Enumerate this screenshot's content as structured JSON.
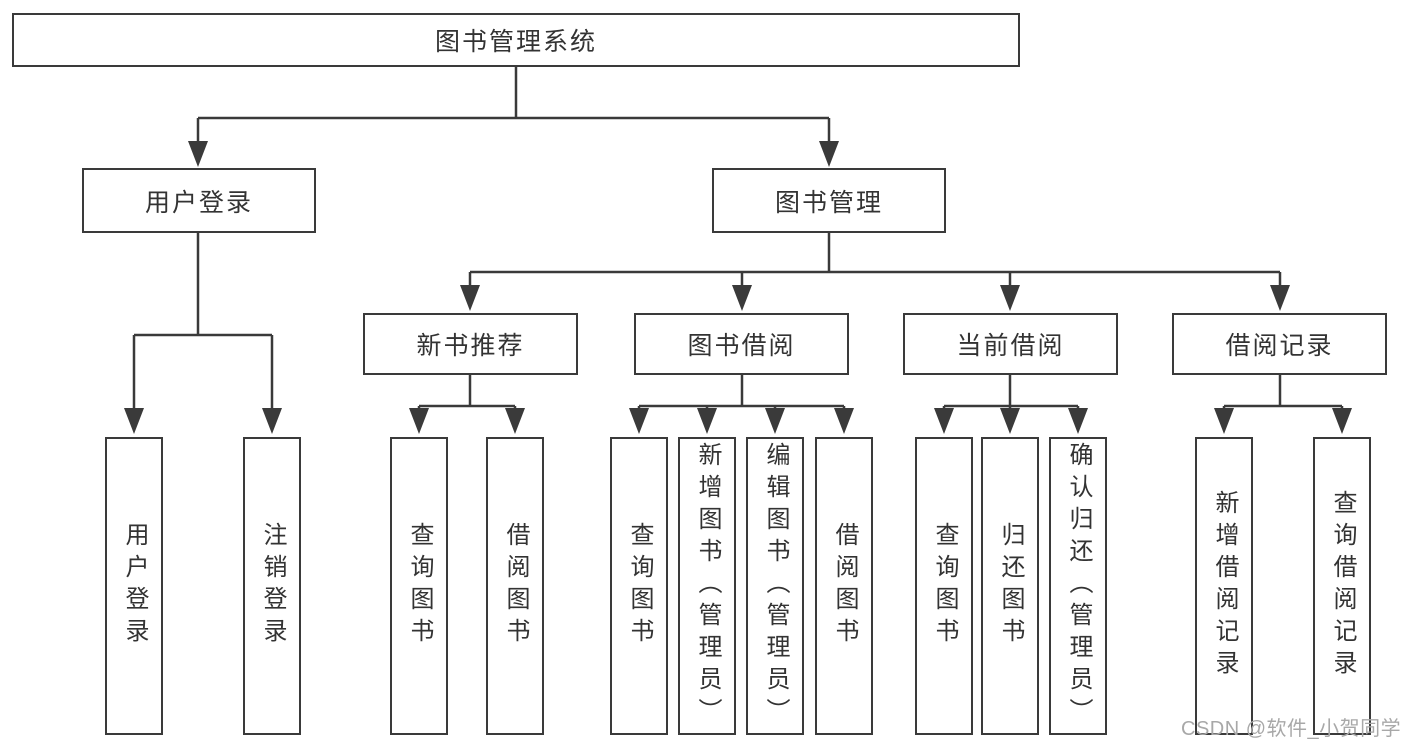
{
  "diagram": {
    "tree": {
      "label": "图书管理系统",
      "children": [
        {
          "label": "用户登录",
          "children": [
            {
              "label": "用户登录"
            },
            {
              "label": "注销登录"
            }
          ]
        },
        {
          "label": "图书管理",
          "children": [
            {
              "label": "新书推荐",
              "children": [
                {
                  "label": "查询图书"
                },
                {
                  "label": "借阅图书"
                }
              ]
            },
            {
              "label": "图书借阅",
              "children": [
                {
                  "label": "查询图书"
                },
                {
                  "label": "新增图书（管理员）"
                },
                {
                  "label": "编辑图书（管理员）"
                },
                {
                  "label": "借阅图书"
                }
              ]
            },
            {
              "label": "当前借阅",
              "children": [
                {
                  "label": "查询图书"
                },
                {
                  "label": "归还图书"
                },
                {
                  "label": "确认归还（管理员）"
                }
              ]
            },
            {
              "label": "借阅记录",
              "children": [
                {
                  "label": "新增借阅记录"
                },
                {
                  "label": "查询借阅记录"
                }
              ]
            }
          ]
        }
      ]
    },
    "watermark": "CSDN @软件_小贺同学",
    "colors": {
      "line": "#3a3a3a",
      "text": "#333333",
      "watermark": "#a8a8a8",
      "background": "#ffffff"
    }
  }
}
